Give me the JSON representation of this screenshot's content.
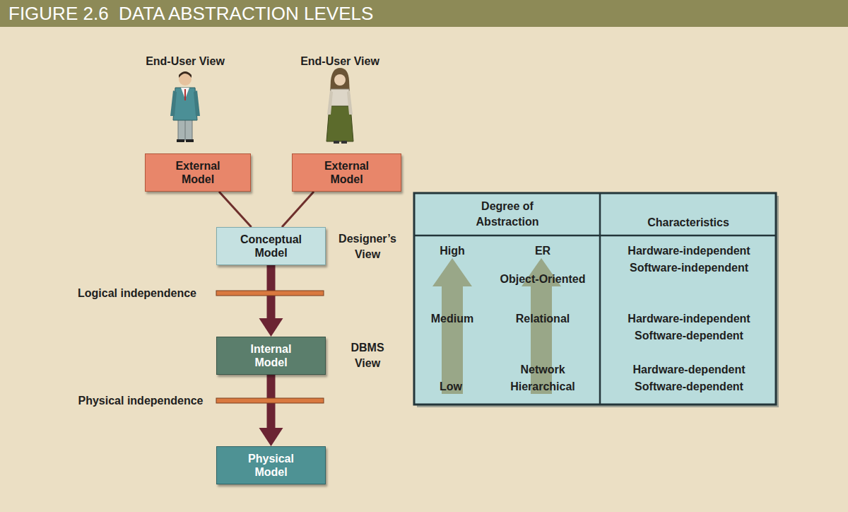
{
  "diagram": {
    "title": "FIGURE 2.6  DATA ABSTRACTION LEVELS",
    "nodes": [
      {
        "text": [
          "External Model"
        ]
      },
      {
        "text": [
          "External Model"
        ]
      },
      {
        "text": [
          "Conceptual Model"
        ]
      },
      {
        "text": [
          "Internal Model"
        ]
      },
      {
        "text": [
          "Physical Model"
        ]
      }
    ],
    "edges": [
      {
        "from": 0,
        "to": 2,
        "arrow": "none"
      },
      {
        "from": 1,
        "to": 2,
        "arrow": "none"
      },
      {
        "from": 2,
        "to": 3,
        "arrow": "to"
      },
      {
        "from": 3,
        "to": 4,
        "arrow": "to"
      }
    ],
    "labels": [
      "End-User View",
      "End-User View",
      "Designer’s View",
      "Logical independence",
      "DBMS View",
      "Physical independence",
      "Degree of Abstraction",
      "Characteristics",
      "High",
      "ER",
      "Object-Oriented",
      "Medium",
      "Relational",
      "Low",
      "Network",
      "Hierarchical",
      "Hardware-independent",
      "Software-independent",
      "Hardware-independent",
      "Software-dependent",
      "Hardware-dependent",
      "Software-dependent"
    ]
  }
}
